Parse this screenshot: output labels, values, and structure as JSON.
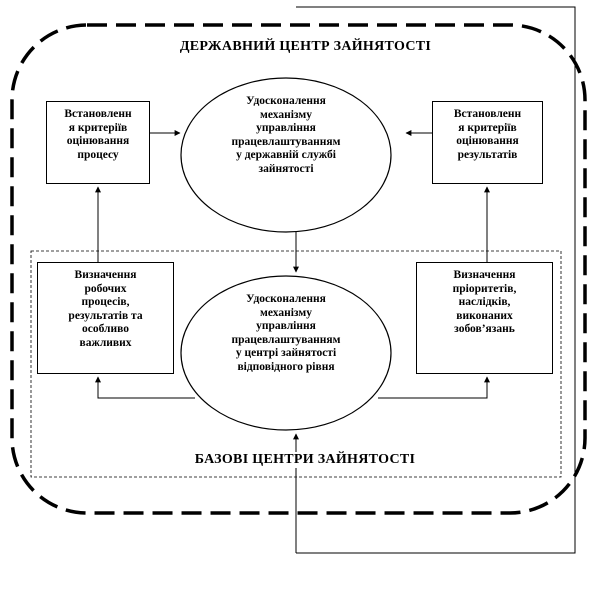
{
  "diagram": {
    "top_title": "ДЕРЖАВНИЙ ЦЕНТР ЗАЙНЯТОСТІ",
    "bottom_title": "БАЗОВІ ЦЕНТРИ ЗАЙНЯТОСТІ",
    "top_ellipse": [
      "Удосконалення",
      "механізму",
      "управління",
      "працевлаштуванням",
      "у державній службі",
      "зайнятості"
    ],
    "bottom_ellipse": [
      "Удосконалення",
      "механізму",
      "управління",
      "працевлаштуванням",
      "у центрі зайнятості",
      "відповідного рівня"
    ],
    "box_top_left": [
      "Встановленн",
      "я критеріїв",
      "оцінювання",
      "процесу"
    ],
    "box_top_right": [
      "Встановленн",
      "я критеріїв",
      "оцінювання",
      "результатів"
    ],
    "box_bottom_left": [
      "Визначення",
      "робочих",
      "процесів,",
      "результатів  та",
      "особливо",
      "важливих"
    ],
    "box_bottom_right": [
      "Визначення",
      "пріоритетів,",
      "наслідків,",
      "виконаних",
      "зобов’язань"
    ]
  }
}
